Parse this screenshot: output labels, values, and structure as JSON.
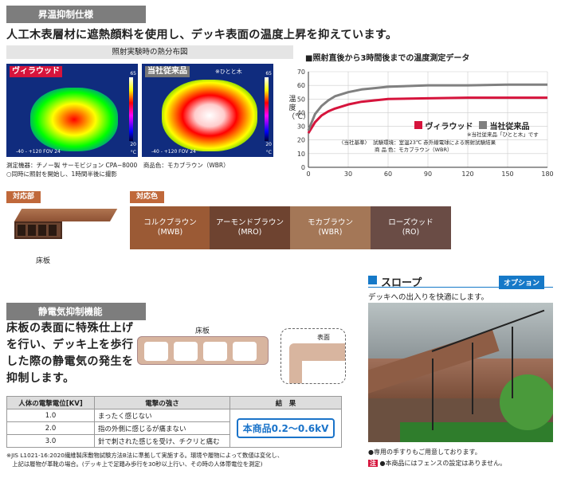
{
  "sec1": "昇温抑制仕様",
  "lead1": "人工木表層材に遮熱顔料を使用し、デッキ表面の温度上昇を抑えています。",
  "thermal_caption": "照射実験時の熱分布図",
  "img1_label": "ヴィラウッド",
  "img2_label": "当社従来品",
  "img2_sub": "※ひとと木",
  "thermo_scale_top": "65",
  "thermo_scale_bottom": "20",
  "thermo_unit": "°C",
  "thermo_foot": "-40 - +120 FOV 24",
  "meas_note": "測定機器：チノー製 サーモビジョン CPA−8000　商品色：モカブラウン（WBR）",
  "meas_note2": "○同時に照射を開始し、1時間半後に撮影",
  "chart_title": "■照射直後から3時間後までの温度測定データ",
  "legend": [
    {
      "label": "ヴィラウッド",
      "color": "#d6143c"
    },
    {
      "label": "当社従来品",
      "color": "#808080"
    }
  ],
  "legend_note": "※当社従来品「ひとと木」です",
  "basis_title": "〈当社基準〉",
  "basis1": "試験環境：室温23℃ 赤外線電球による照射試験結果",
  "basis2": "商 品 色：モカブラウン（WBR）",
  "chart_data": {
    "type": "line",
    "title": "照射直後から3時間後までの温度測定データ",
    "xlabel": "",
    "ylabel": "温度（℃）",
    "xlim": [
      0,
      180
    ],
    "ylim": [
      0,
      70
    ],
    "xticks": [
      0,
      30,
      60,
      90,
      120,
      150,
      180
    ],
    "yticks": [
      0,
      10,
      20,
      30,
      40,
      50,
      60,
      70
    ],
    "grid": true,
    "legend_placement": "bottom-right",
    "x": [
      0,
      5,
      10,
      15,
      20,
      30,
      40,
      50,
      60,
      90,
      120,
      150,
      180
    ],
    "series": [
      {
        "name": "ヴィラウッド",
        "color": "#d6143c",
        "values": [
          25,
          33,
          38,
          41,
          43,
          46,
          48,
          49,
          50,
          50.5,
          51,
          51,
          51
        ]
      },
      {
        "name": "当社従来品",
        "color": "#808080",
        "values": [
          27,
          39,
          45,
          49,
          52,
          55,
          57,
          58,
          59,
          60,
          60,
          60.5,
          60.5
        ]
      }
    ]
  },
  "parts_label": "対応部",
  "parts_item": "床板",
  "colors_label": "対応色",
  "colors": [
    {
      "name": "コルクブラウン",
      "code": "(MWB)",
      "bg": "#9b5a35"
    },
    {
      "name": "アーモンドブラウン",
      "code": "(MRO)",
      "bg": "#6e4330"
    },
    {
      "name": "モカブラウン",
      "code": "(WBR)",
      "bg": "#a47757"
    },
    {
      "name": "ローズウッド",
      "code": "(RO)",
      "bg": "#6a4c45"
    }
  ],
  "sec2": "静電気抑制機能",
  "esd_text": [
    "床板の表面に特殊仕上げ",
    "を行い、デッキ上を歩行",
    "した際の静電気の発生を",
    "抑制します。"
  ],
  "diagram_label": "床板",
  "diagram_surface": "表面",
  "table_head": [
    "人体の電撃電位[KV]",
    "電撃の強さ",
    "結　果"
  ],
  "table_rows": [
    [
      "1.0",
      "まったく感じない"
    ],
    [
      "2.0",
      "指の外側に感じるが痛まない"
    ],
    [
      "3.0",
      "針で刺された感じを受け、チクリと痛む"
    ]
  ],
  "table_result": "本商品0.2〜0.6kV",
  "foot1": "※JIS L1021-16:2020繊維製床敷物試験方法B法に準拠して実施する。環境や履物によって数値は変化し、",
  "foot2": "　上記は履物が革靴の場合。(デッキ上で足踏み歩行を30秒以上行い、その時の人体帯電位を測定)",
  "slope_title": "スロープ",
  "slope_option": "オプション",
  "slope_desc": "デッキへの出入りを快適にします。",
  "slope_note1": "●専用の手すりもご用意しております。",
  "slope_note_tag": "注",
  "slope_note2": "●本商品にはフェンスの設定はありません。"
}
